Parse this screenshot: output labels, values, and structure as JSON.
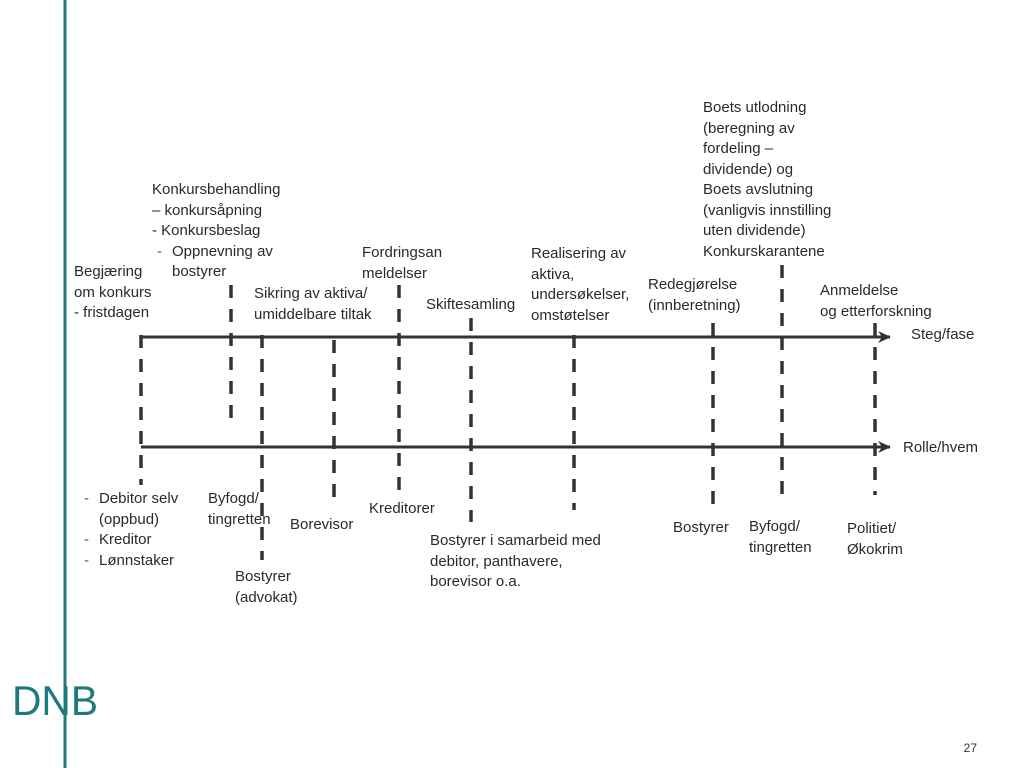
{
  "brand": {
    "logo_text": "DNB",
    "accent_color": "#1f7a7a"
  },
  "page_number": "27",
  "axes": {
    "top_label": "Steg/fase",
    "bottom_label": "Rolle/hvem"
  },
  "steps": [
    {
      "lines": [
        "Begjæring",
        "om konkurs",
        "- fristdagen"
      ]
    },
    {
      "lines": [
        "Konkursbehandling",
        "– konkursåpning",
        "- Konkursbeslag"
      ],
      "bullets": [
        "Oppnevning av",
        "bostyrer"
      ]
    },
    {
      "lines": [
        "Sikring av aktiva/",
        "umiddelbare tiltak"
      ]
    },
    {
      "lines": [
        "Fordringsan",
        "meldelser"
      ]
    },
    {
      "lines": [
        "Skiftesamling"
      ]
    },
    {
      "lines": [
        "Realisering av",
        "aktiva,",
        "undersøkelser,",
        "omstøtelser"
      ]
    },
    {
      "lines": [
        "Redegjørelse",
        "(innberetning)"
      ]
    },
    {
      "lines": [
        "Boets utlodning",
        "(beregning av",
        "fordeling –",
        "dividende) og",
        "Boets avslutning",
        "(vanligvis innstilling",
        "uten dividende)",
        "Konkurskarantene"
      ]
    },
    {
      "lines": [
        "Anmeldelse",
        "og etterforskning"
      ]
    }
  ],
  "roles": [
    {
      "bullets": [
        "Debitor selv",
        "(oppbud)",
        "Kreditor",
        "Lønnstaker"
      ]
    },
    {
      "lines": [
        "Byfogd/",
        "tingretten"
      ]
    },
    {
      "lines": [
        "Bostyrer",
        "(advokat)"
      ]
    },
    {
      "lines": [
        "Borevisor"
      ]
    },
    {
      "lines": [
        "Kreditorer"
      ]
    },
    {
      "lines": [
        "Bostyrer i samarbeid med",
        "debitor, panthavere,",
        "borevisor o.a."
      ]
    },
    {
      "lines": [
        "Bostyrer"
      ]
    },
    {
      "lines": [
        "Byfogd/",
        "tingretten"
      ]
    },
    {
      "lines": [
        "Politiet/",
        "Økokrim"
      ]
    }
  ]
}
